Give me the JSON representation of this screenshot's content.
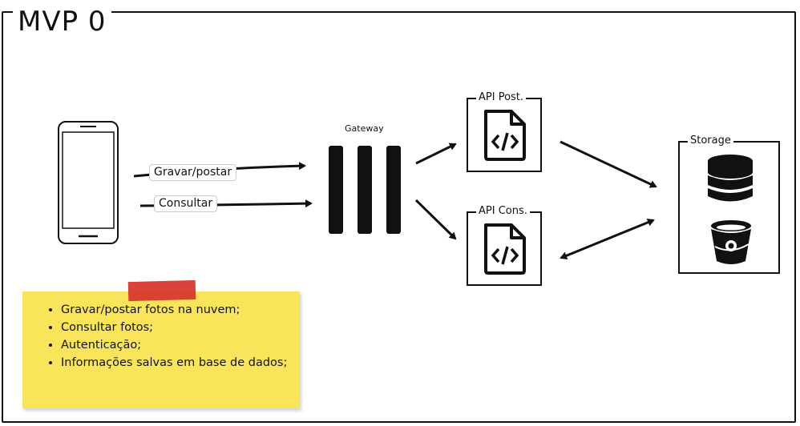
{
  "frame": {
    "title": "MVP 0"
  },
  "client": {
    "icon": "smartphone-icon"
  },
  "arrows": {
    "write_label": "Gravar/postar",
    "read_label": "Consultar"
  },
  "gateway": {
    "label": "Gateway",
    "icon": "gateway-bars-icon"
  },
  "services": [
    {
      "title": "API Post.",
      "icon": "code-file-icon"
    },
    {
      "title": "API Cons.",
      "icon": "code-file-icon"
    }
  ],
  "storage": {
    "title": "Storage",
    "icons": [
      "database-icon",
      "bucket-icon"
    ]
  },
  "note": {
    "tape_color": "#d8392e",
    "background": "#fae55a",
    "items": [
      "Gravar/postar fotos na nuvem;",
      "Consultar fotos;",
      "Autenticação;",
      "Informações salvas em base de dados;"
    ]
  }
}
